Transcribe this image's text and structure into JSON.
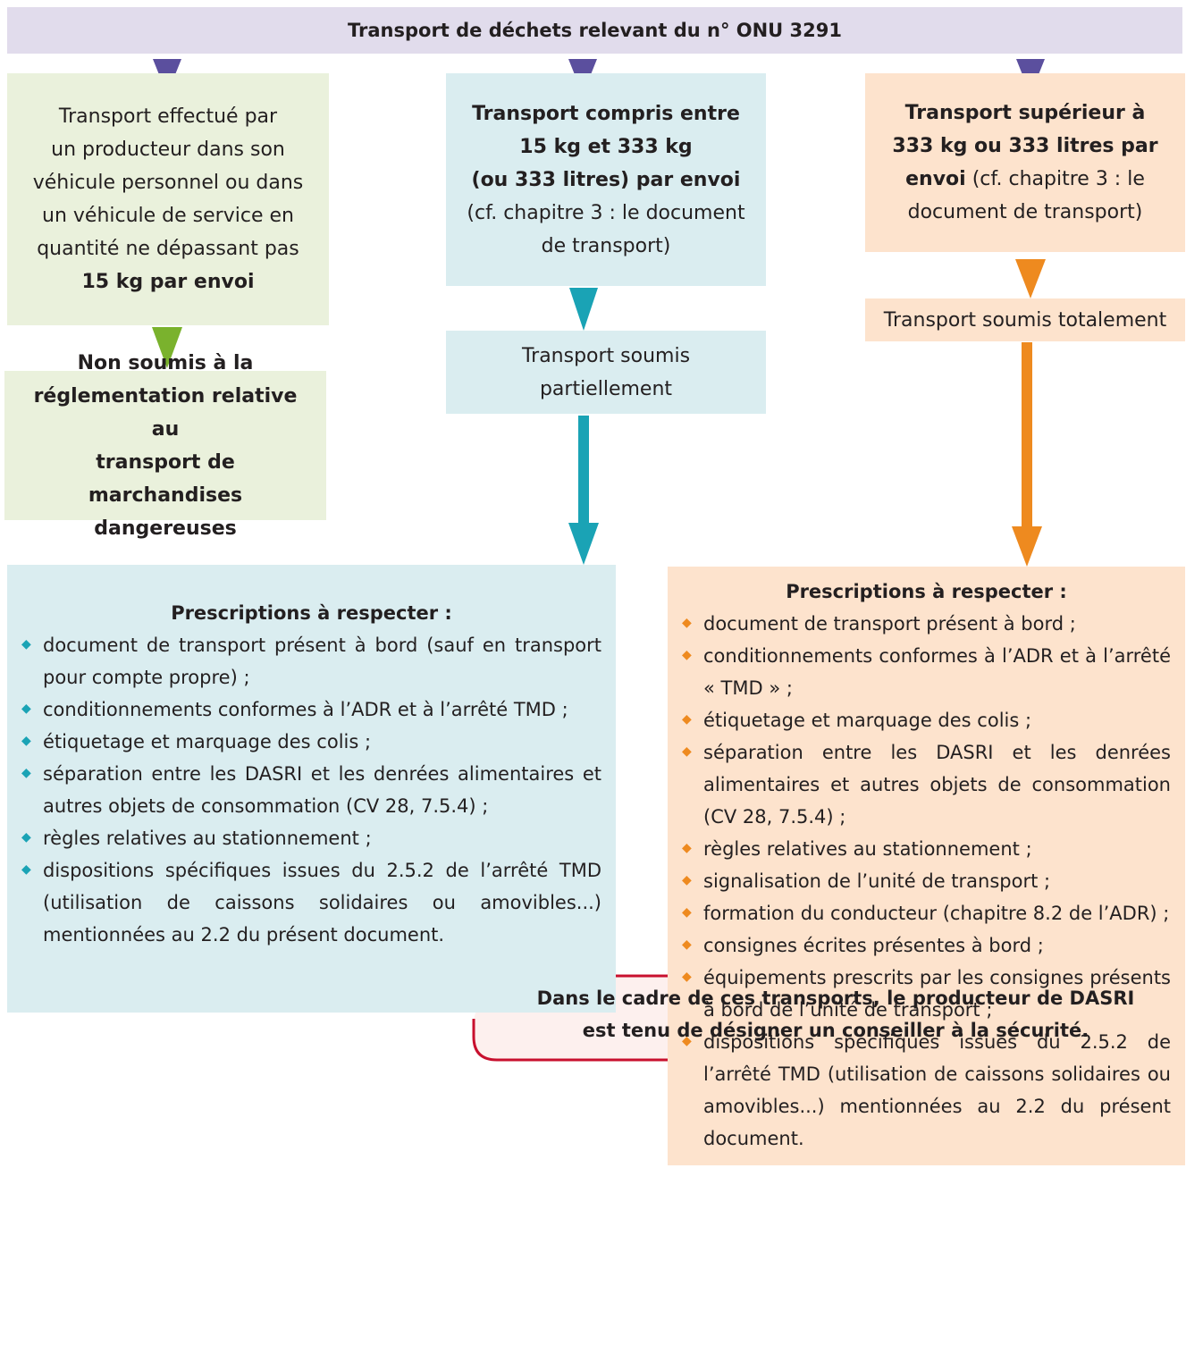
{
  "header": {
    "title": "Transport de déchets relevant du n° ONU 3291"
  },
  "left": {
    "condition_lines": [
      "Transport effectué par",
      "un producteur dans son",
      "véhicule personnel ou dans",
      "un véhicule de service en",
      "quantité ne dépassant pas"
    ],
    "condition_bold": "15 kg par envoi",
    "result_lines": [
      "Non soumis à la",
      "réglementation relative au",
      "transport de marchandises",
      "dangereuses"
    ]
  },
  "middle": {
    "condition_bold_lines": [
      "Transport compris entre",
      "15 kg et 333 kg",
      "(ou 333 litres) par envoi"
    ],
    "condition_normal_lines": [
      "(cf. chapitre 3 : le document",
      "de transport)"
    ],
    "result_lines": [
      "Transport soumis",
      "partiellement"
    ],
    "prescriptions_title": "Prescriptions à respecter :",
    "prescriptions": [
      "document de transport présent à bord (sauf en transport pour compte propre) ;",
      "conditionnements conformes à l’ADR et à l’arrêté TMD ;",
      "étiquetage et marquage des colis ;",
      "séparation entre les DASRI et les denrées alimentaires et autres objets de consommation (CV 28, 7.5.4) ;",
      "règles relatives au stationnement ;",
      "dispositions spécifiques issues du 2.5.2 de l’arrêté TMD (utilisation de caissons solidaires ou amovibles...) mentionnées au 2.2 du présent document."
    ]
  },
  "right": {
    "condition_bold_lines": [
      "Transport supérieur à",
      "333 kg ou 333 litres par",
      "envoi"
    ],
    "condition_normal_after_bold": " (cf. chapitre 3 : le",
    "condition_normal_lines": [
      "document de transport)"
    ],
    "result": "Transport soumis totalement",
    "prescriptions_title": "Prescriptions à respecter :",
    "prescriptions": [
      "document de transport présent à bord ;",
      "conditionnements conformes à l’ADR et à l’arrêté « TMD » ;",
      "étiquetage et marquage des colis ;",
      "séparation entre les DASRI et les denrées alimentaires et autres objets de consommation (CV 28, 7.5.4) ;",
      "règles relatives au stationnement ;",
      "signalisation de l’unité de transport ;",
      "formation du conducteur (chapitre 8.2 de l’ADR) ;",
      "consignes écrites présentes à bord ;",
      "équipements prescrits par les consignes présents à bord de l’unité de transport ;",
      "dispositions spécifiques issues du 2.5.2 de l’arrêté TMD (utilisation de caissons solidaires ou amovibles...) mentionnées au 2.2 du présent document."
    ]
  },
  "warning": {
    "icon": "!",
    "lines": [
      "Dans le cadre de ces transports, le producteur de DASRI",
      "est tenu de désigner un conseiller à la sécurité."
    ]
  },
  "colors": {
    "header_bg": "#e1dcec",
    "purple_arrow": "#5b4f9e",
    "green_bg": "#eaf1dc",
    "green_arrow": "#7ab22d",
    "blue_bg": "#daedf0",
    "blue_arrow": "#1aa3b5",
    "orange_bg": "#fde3cd",
    "orange_arrow": "#ee8a1f",
    "warning_border": "#c8102e",
    "warning_bg": "#fdf0ee"
  }
}
